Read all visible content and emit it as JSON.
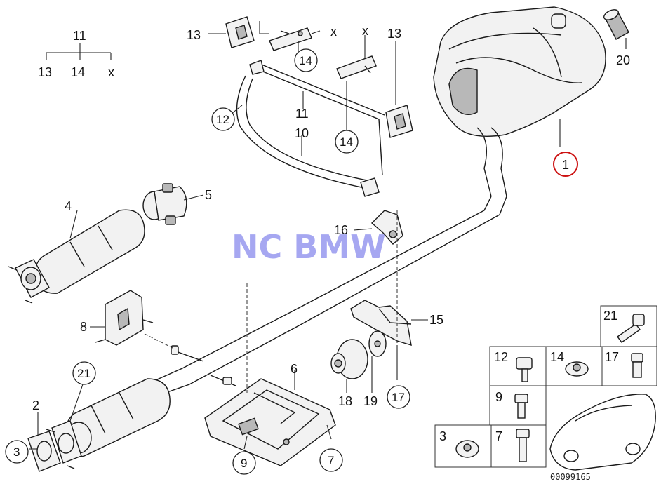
{
  "watermark": "NC BMW",
  "reference_number": "00099165",
  "group_legend": {
    "parent": "11",
    "children": [
      "13",
      "14",
      "x"
    ]
  },
  "callouts": {
    "c1": "1",
    "c2": "2",
    "c3": "3",
    "c4": "4",
    "c5": "5",
    "c6": "6",
    "c7": "7",
    "c8": "8",
    "c9": "9",
    "c10": "10",
    "c11": "11",
    "c12": "12",
    "c13a": "13",
    "c13b": "13",
    "c14a": "14",
    "c14b": "14",
    "c15": "15",
    "c16": "16",
    "c17": "17",
    "c18": "18",
    "c19": "19",
    "c20": "20",
    "c21": "21",
    "xa": "x",
    "xb": "x"
  },
  "hardware_grid": {
    "cells": [
      "21",
      "12",
      "14",
      "17",
      "9",
      "3",
      "7"
    ]
  },
  "highlight_color": "#cc1111"
}
